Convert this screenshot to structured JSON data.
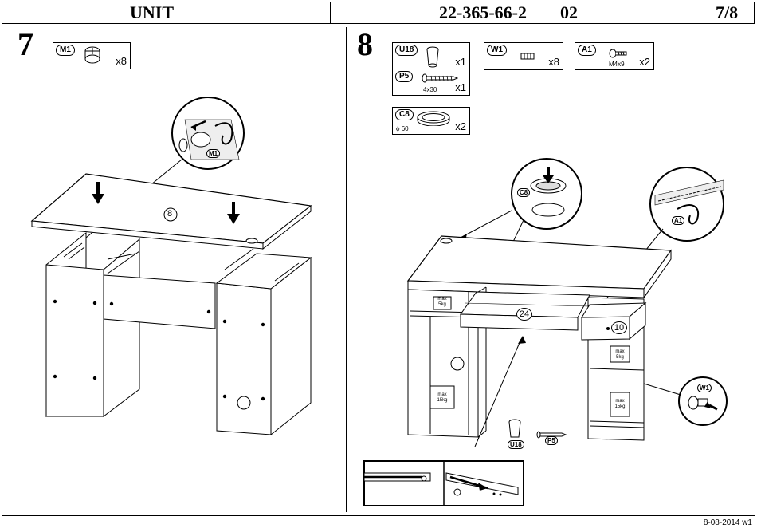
{
  "header": {
    "title": "UNIT",
    "code": "22-365-66-2",
    "version": "02",
    "page": "7/8"
  },
  "footer": {
    "date": "8-08-2014 w1"
  },
  "step7": {
    "number": "7",
    "parts": [
      {
        "code": "M1",
        "qty": "x8",
        "icon": "cam-lock-icon"
      }
    ],
    "callout_label": "M1",
    "panel_label": "8"
  },
  "step8": {
    "number": "8",
    "parts": [
      {
        "code": "U18",
        "qty": "x1",
        "icon": "furniture-foot-icon",
        "size": ""
      },
      {
        "code": "W1",
        "qty": "x8",
        "icon": "dowel-pin-icon",
        "size": ""
      },
      {
        "code": "A1",
        "qty": "x2",
        "icon": "screw-icon",
        "size": "M4x9"
      },
      {
        "code": "P5",
        "qty": "x1",
        "icon": "wood-screw-icon",
        "size": "4x30"
      },
      {
        "code": "C8",
        "qty": "x2",
        "icon": "cable-grommet-icon",
        "size": "ϕ 60"
      }
    ],
    "callout_c8": "C8",
    "callout_a1": "A1",
    "callout_w1": "W1",
    "keyboard_tray_label": "24",
    "drawer_label": "10",
    "u18_label": "U18",
    "p5_label": "P5",
    "load_max": "max",
    "load_small": "5kg",
    "load_large": "15kg"
  }
}
